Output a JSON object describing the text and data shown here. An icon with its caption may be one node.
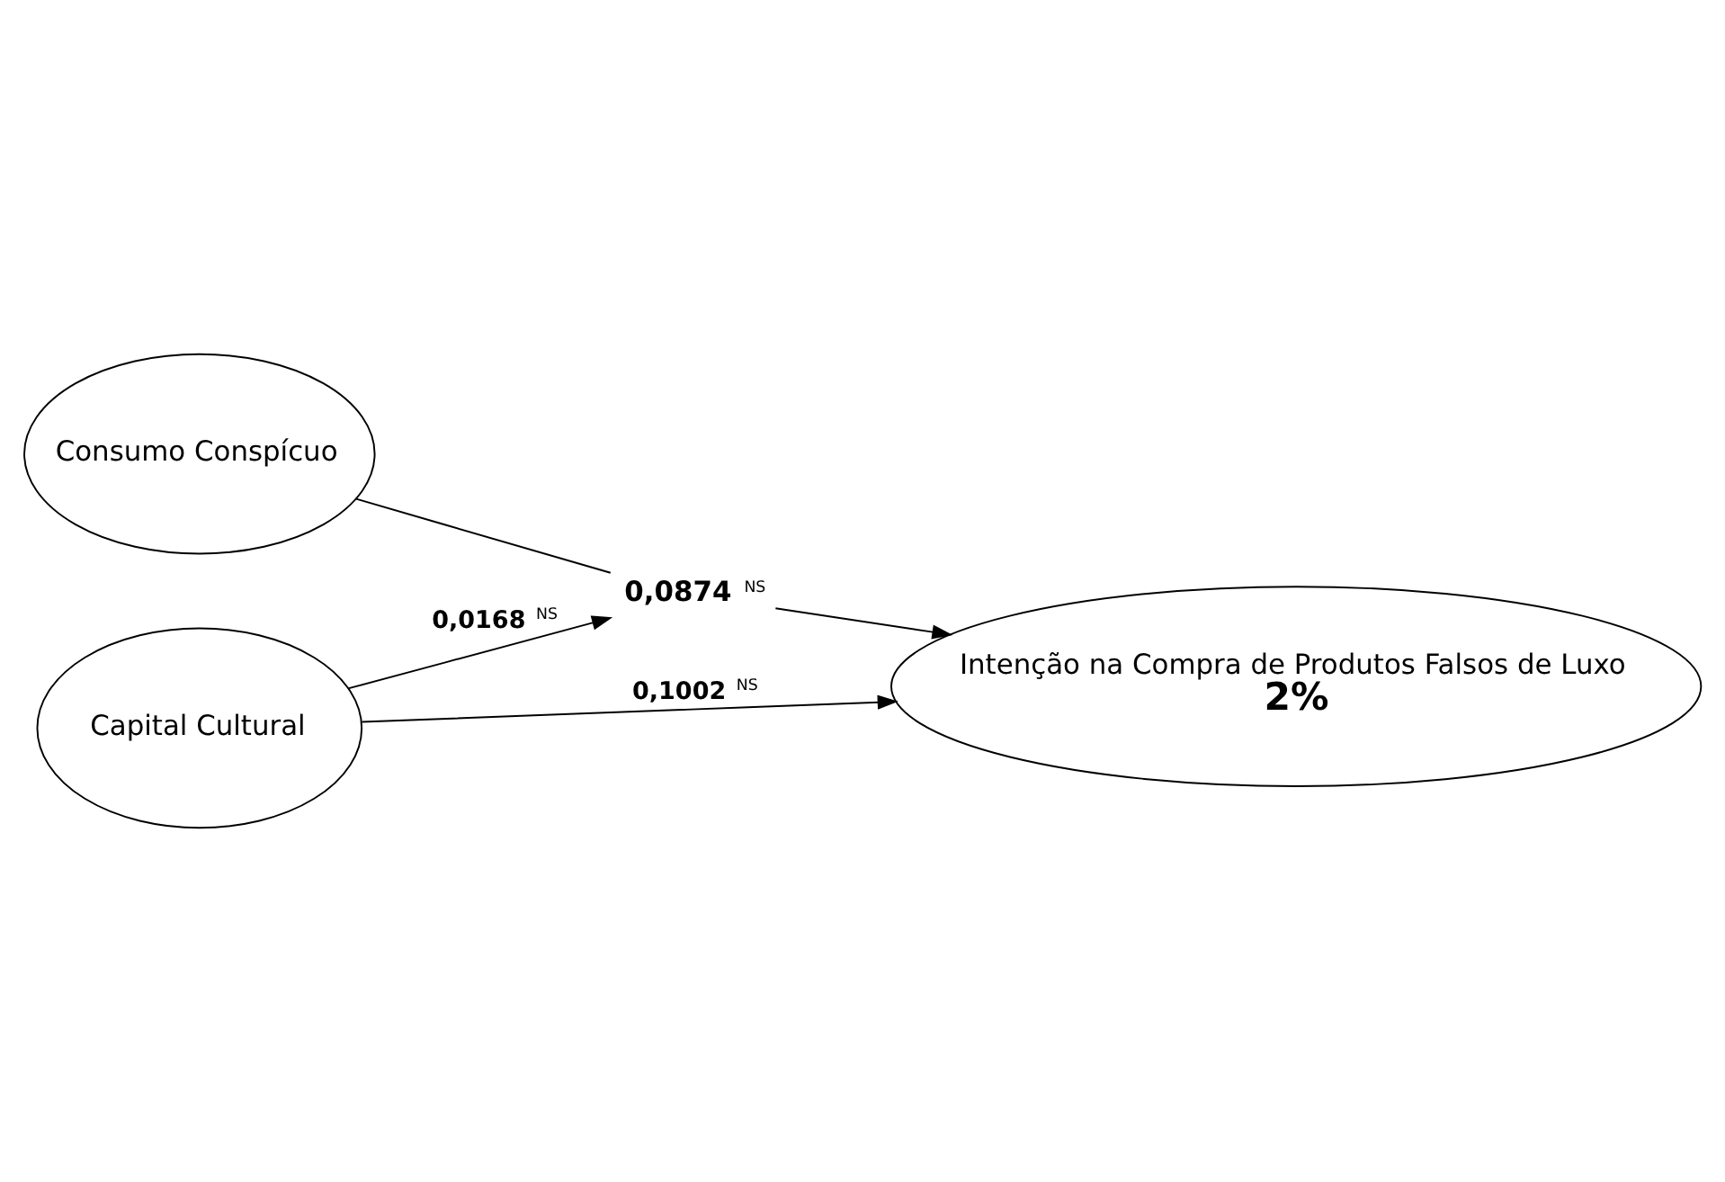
{
  "diagram": {
    "nodes": [
      {
        "text": [
          "Consumo Conspícuo"
        ]
      },
      {
        "text": [
          "Capital Cultural"
        ]
      },
      {
        "text": [
          "**0,0874** $^{NS}$"
        ]
      },
      {
        "text": [
          "Intenção na Compra de Produtos Falsos de Luxo",
          "2%"
        ]
      }
    ],
    "edges": [
      {
        "from": 0,
        "to": 2,
        "arrow": "none"
      },
      {
        "from": 2,
        "to": 3,
        "arrow": "to"
      },
      {
        "from": 1,
        "to": 2,
        "arrow": "to",
        "label": "**0,0168** $^{NS}$"
      },
      {
        "from": 1,
        "to": 3,
        "arrow": "to",
        "label": "**0,1002** $^{NS}$"
      }
    ]
  }
}
